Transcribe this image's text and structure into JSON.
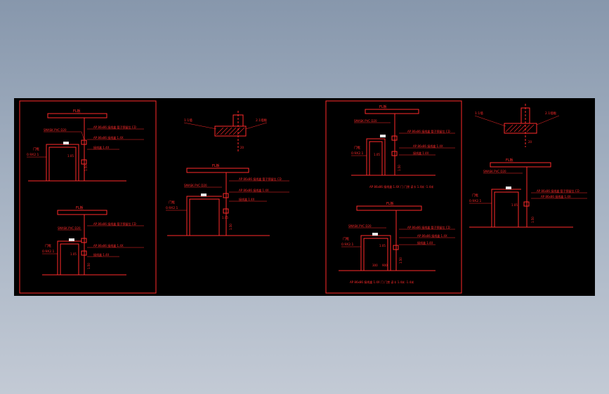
{
  "colors": {
    "background_top": "#8797ac",
    "background_bottom": "#c3cad5",
    "canvas": "#000000",
    "line": "#ff2a2a",
    "white": "#e8e8e8"
  },
  "note": {
    "slab": "FL板",
    "conduit_up": "SMASK PVC D20",
    "box_top": "AP 86x86 接线盒 管子预留位 CD",
    "box_mid": "AP 86x86 接线盒 1.4X",
    "box_low": "接线盒 1.4X",
    "door_label": "门框",
    "door_size": "0.9X2.1",
    "dim_a": "1.05",
    "dim_b": "1.50",
    "dim_c": "1.00",
    "dim_d": "300",
    "dim_e": "900",
    "section_left": "1:1墙",
    "section_right": "2.1墙板",
    "section_dim": "20",
    "caption_1": "AP 86x86 接线盒 1.4X 门 门禁 读卡 1.4米 -1.4米",
    "caption_2": "AP 86x86 接线盒 1.4X 门 门禁 读卡 1.4米 -1.4米"
  }
}
